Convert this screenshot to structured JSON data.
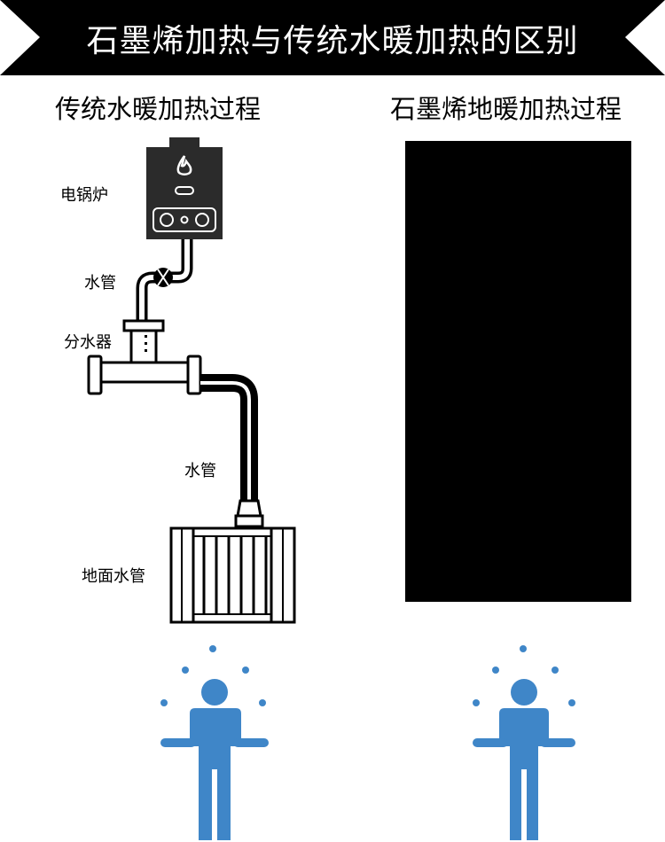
{
  "title": "石墨烯加热与传统水暖加热的区别",
  "columns": {
    "left": {
      "heading": "传统水暖加热过程"
    },
    "right": {
      "heading": "石墨烯地暖加热过程"
    }
  },
  "labels": {
    "boiler": "电锅炉",
    "pipe_top": "水管",
    "manifold": "分水器",
    "pipe_middle": "水管",
    "floor_pipe": "地面水管"
  },
  "icons": [
    "boiler-icon",
    "valve-icon",
    "manifold-icon",
    "pipe-icon",
    "floor-pipe-icon",
    "person-icon",
    "heat-dot-icon"
  ],
  "colors": {
    "banner": "#000000",
    "banner_text": "#ffffff",
    "boiler": "#2b2b2b",
    "person": "#3f86c8",
    "panel": "#000000"
  }
}
